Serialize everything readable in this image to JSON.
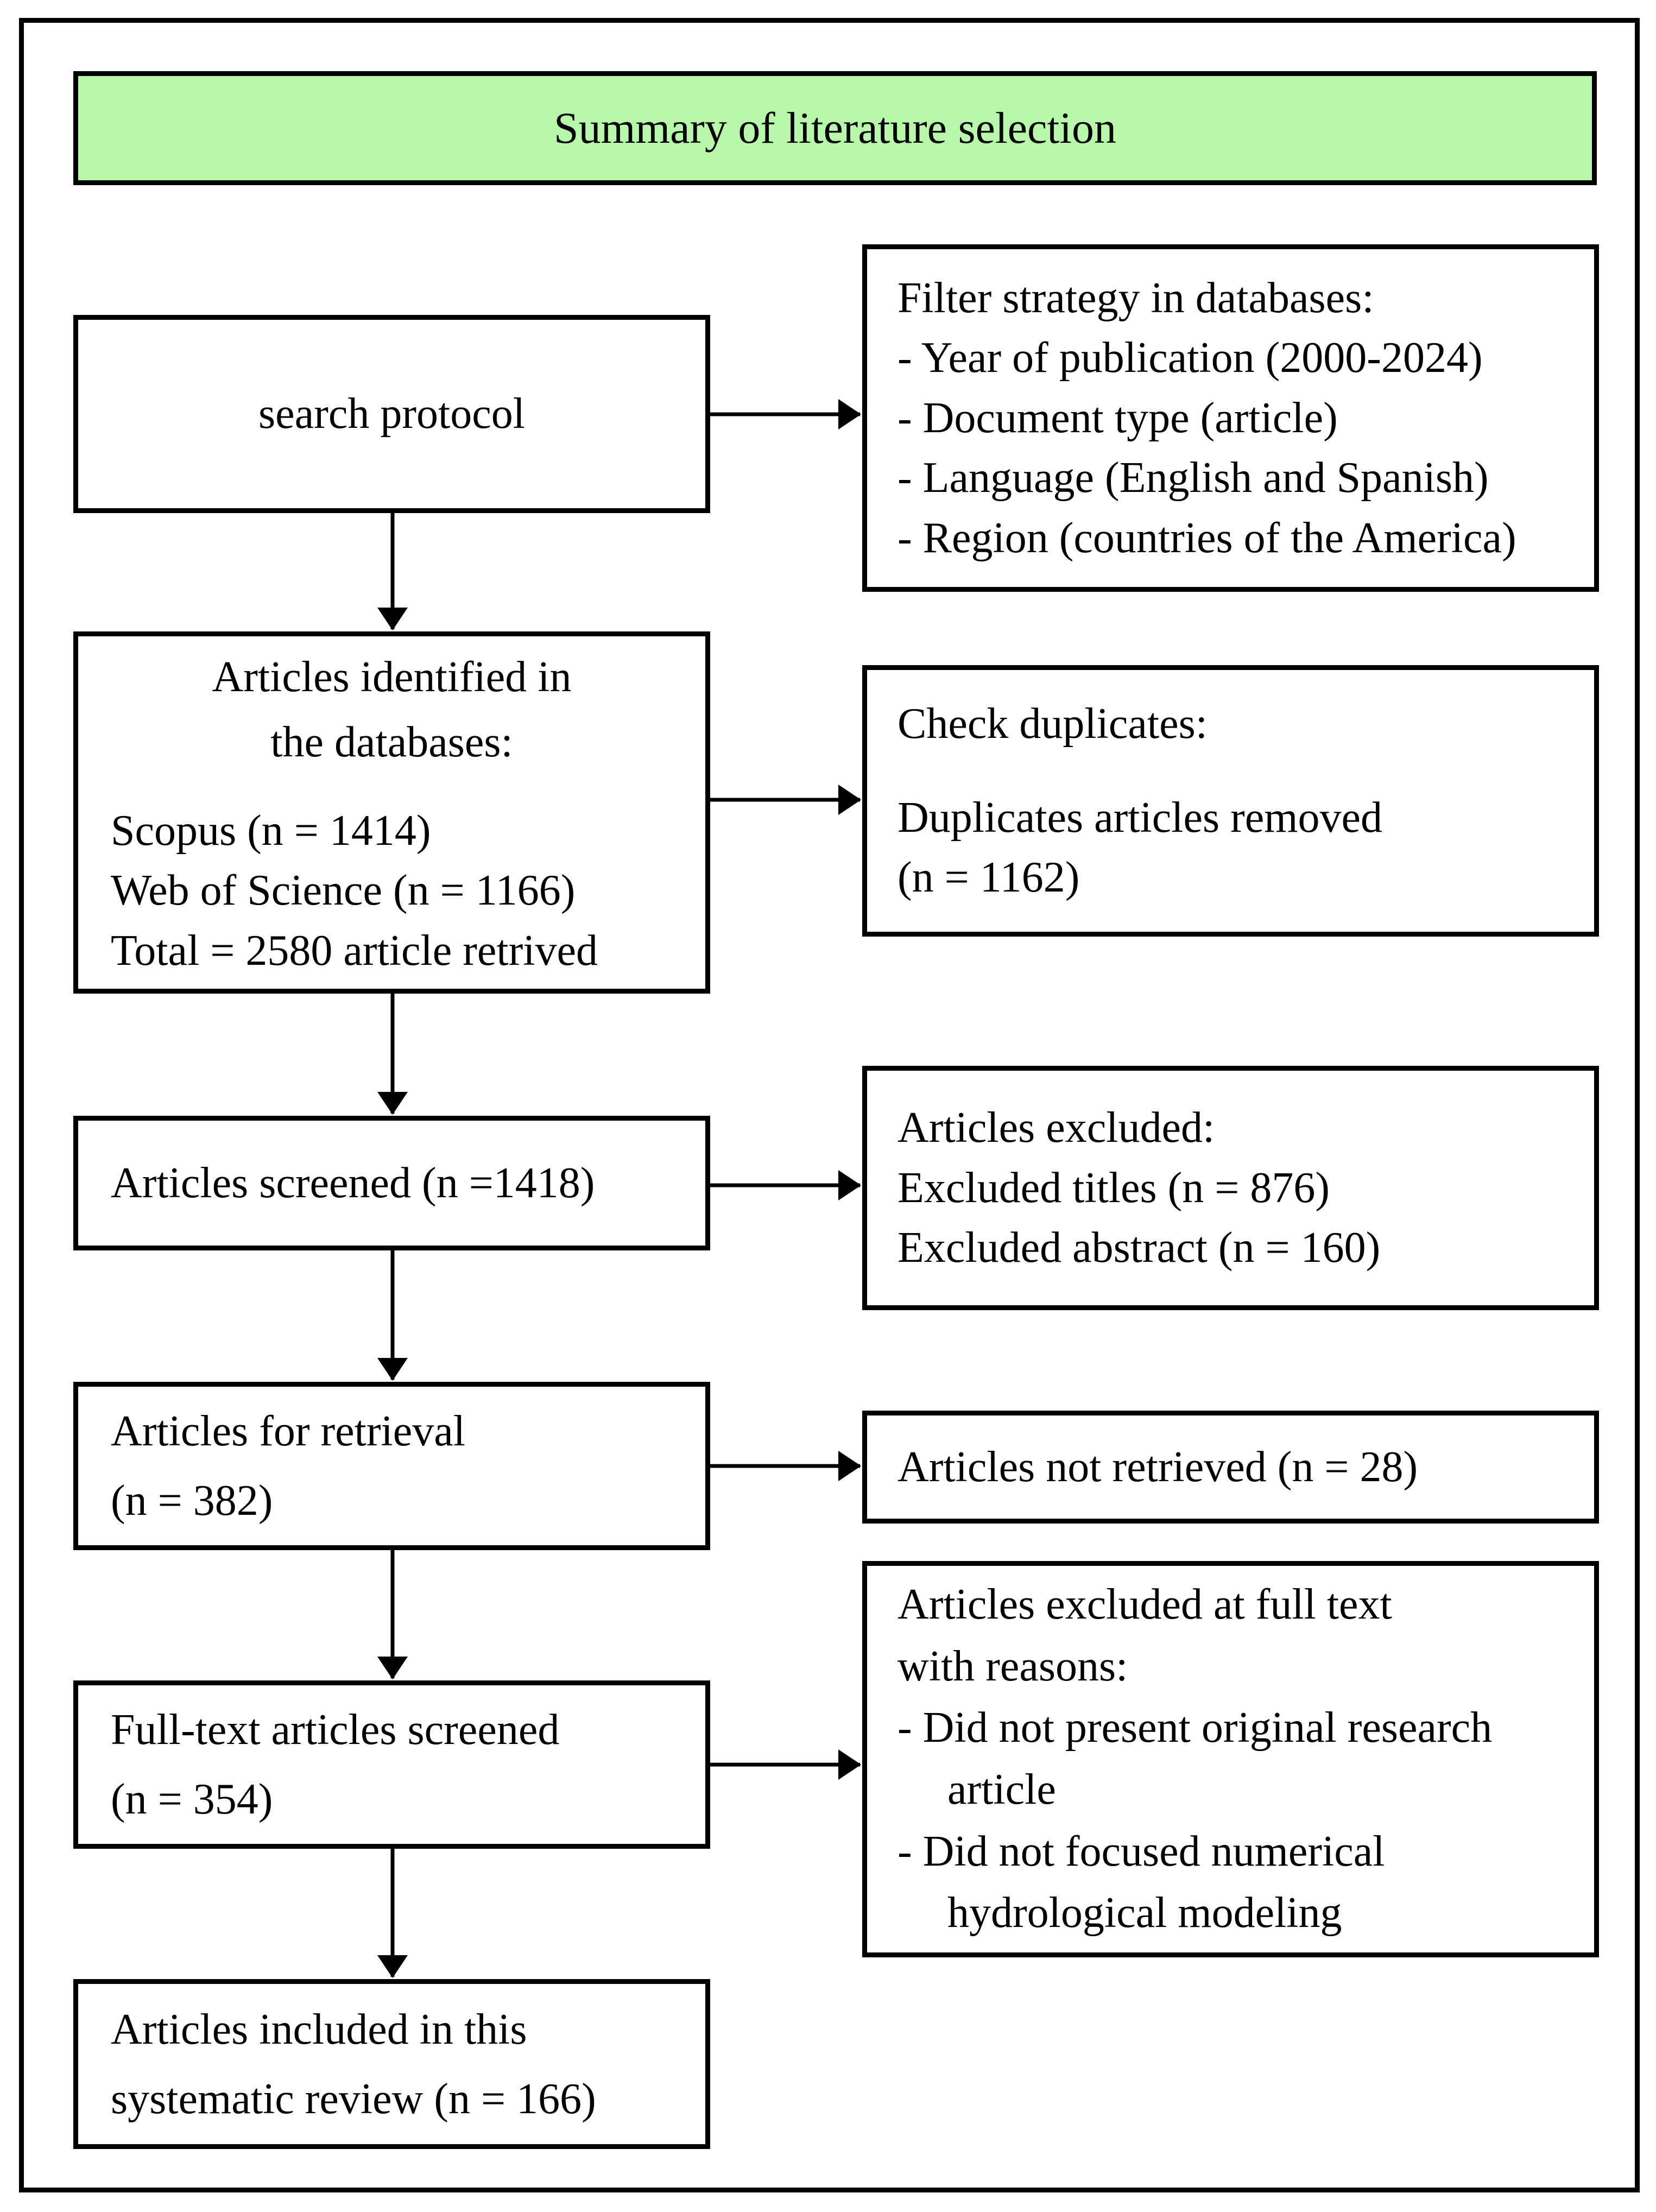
{
  "title": "Summary of literature selection",
  "colors": {
    "title_bg": "#b7f8ab",
    "box_border": "#000000",
    "background": "#ffffff"
  },
  "boxes": {
    "search_protocol": {
      "label": "search protocol"
    },
    "filter_strategy": {
      "lines": [
        "Filter strategy in databases:",
        "- Year of publication (2000-2024)",
        "- Document type (article)",
        "- Language (English and Spanish)",
        "- Region (countries of the America)"
      ]
    },
    "articles_identified": {
      "heading": [
        "Articles identified in",
        "the databases:"
      ],
      "details": [
        "Scopus (n = 1414)",
        "Web of Science (n = 1166)",
        "Total = 2580 article retrived"
      ]
    },
    "check_duplicates": {
      "heading": "Check duplicates:",
      "details": [
        "Duplicates articles removed",
        "(n = 1162)"
      ]
    },
    "articles_screened": {
      "label": "Articles screened (n =1418)"
    },
    "articles_excluded": {
      "lines": [
        "Articles excluded:",
        "Excluded titles (n = 876)",
        "Excluded abstract (n = 160)"
      ]
    },
    "articles_for_retrieval": {
      "lines": [
        "Articles for retrieval",
        "(n = 382)"
      ]
    },
    "articles_not_retrieved": {
      "label": "Articles not retrieved (n = 28)"
    },
    "full_text_screened": {
      "lines": [
        "Full-text articles screened",
        "(n = 354)"
      ]
    },
    "full_text_excluded": {
      "lines": [
        "Articles excluded at full text",
        "with reasons:",
        "- Did not present original research",
        "article",
        "- Did not focused numerical",
        "hydrological modeling"
      ]
    },
    "articles_included": {
      "lines": [
        "Articles included in this",
        "systematic review (n = 166)"
      ]
    }
  }
}
